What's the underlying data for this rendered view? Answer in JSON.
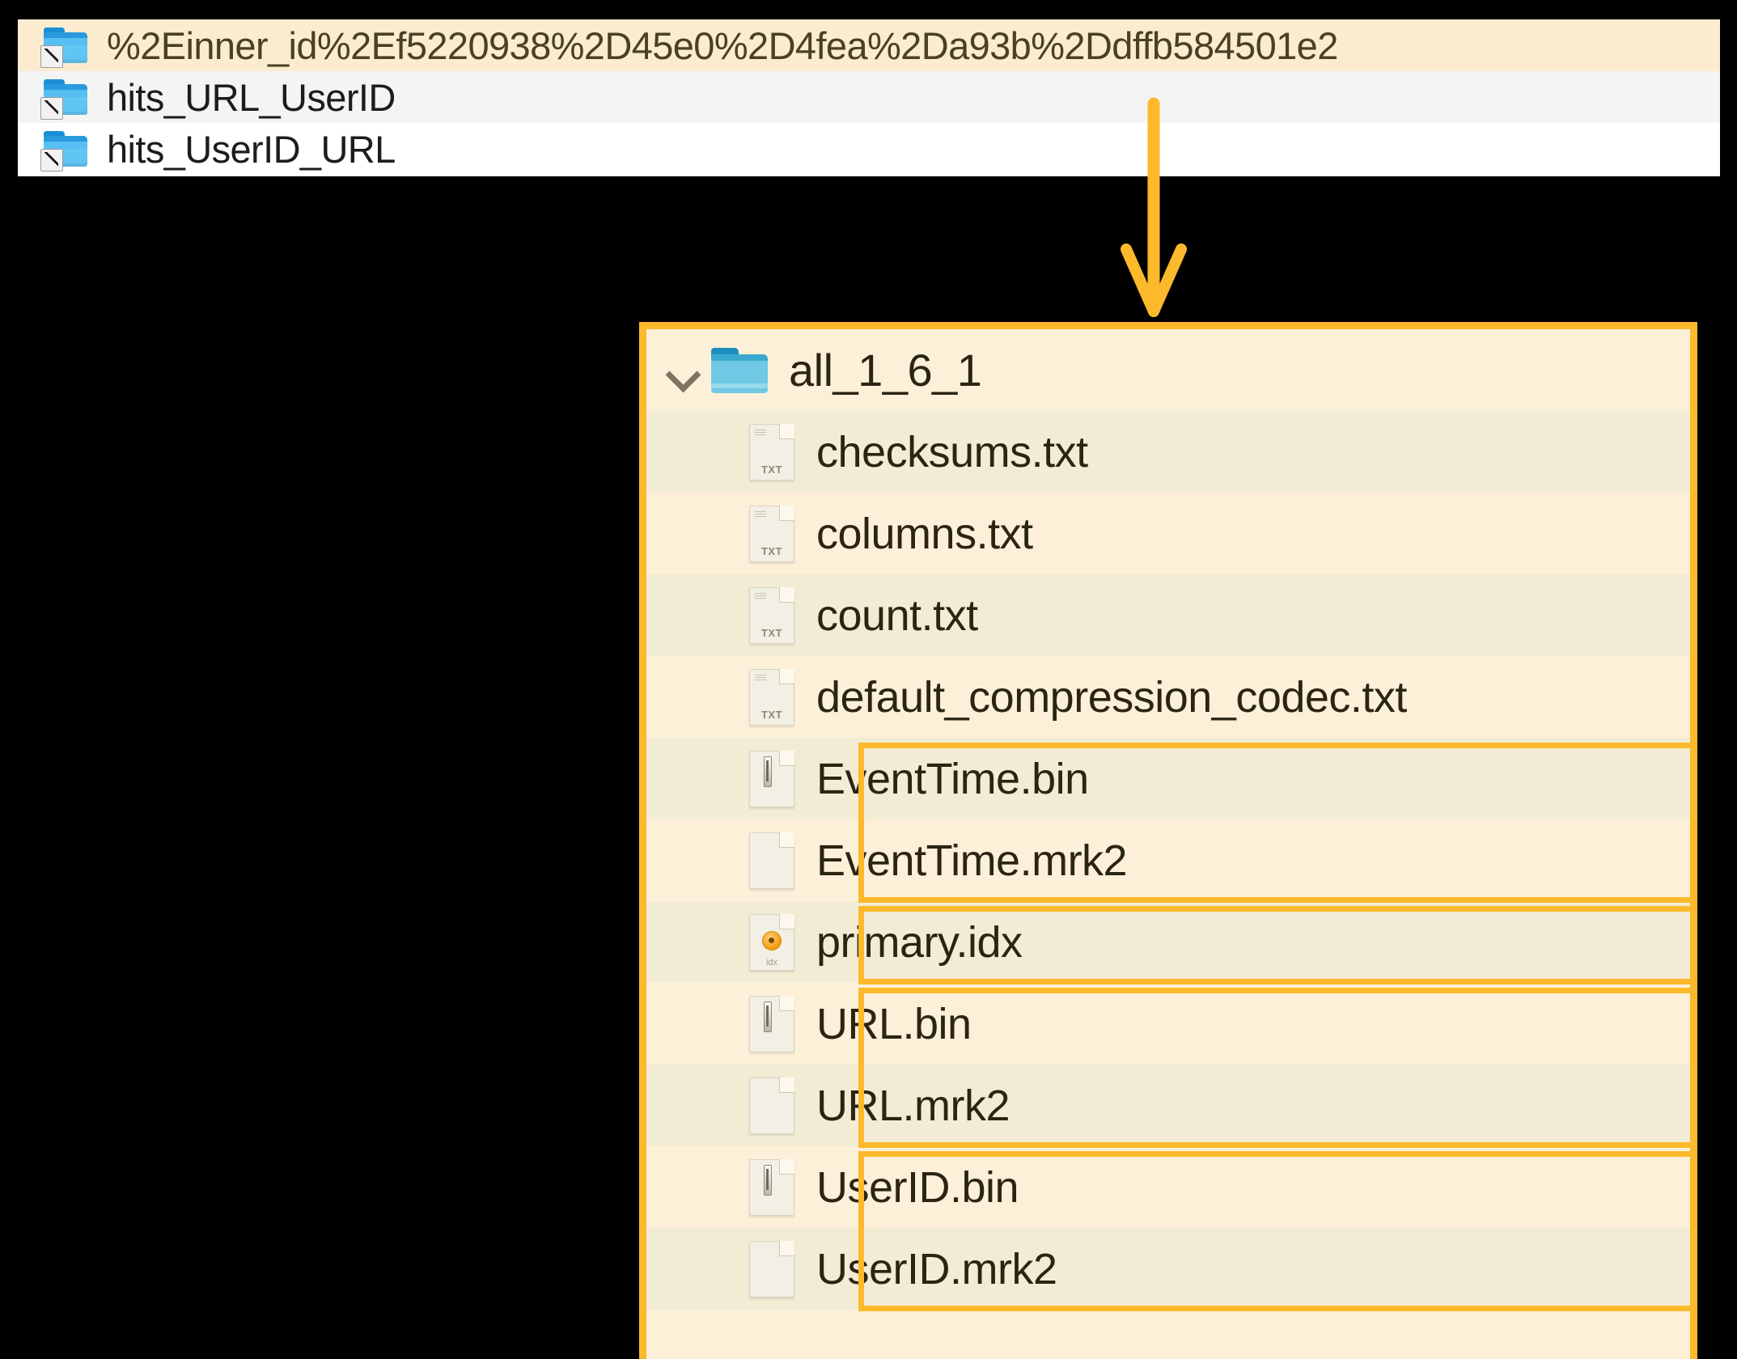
{
  "top_list": {
    "rows": [
      {
        "label": "%2Einner_id%2Ef5220938%2D45e0%2D4fea%2Da93b%2Ddffb584501e2",
        "icon": "folder-shortcut-icon",
        "state": "selected"
      },
      {
        "label": "hits_URL_UserID",
        "icon": "folder-shortcut-icon",
        "state": "alt"
      },
      {
        "label": "hits_UserID_URL",
        "icon": "folder-shortcut-icon",
        "state": "plain"
      }
    ]
  },
  "annotation": {
    "arrow": "down-arrow-annotation",
    "color": "#fcb92c"
  },
  "panel": {
    "border_color": "#fcb92c",
    "background": "#fdf0d8",
    "folder": {
      "name": "all_1_6_1",
      "icon": "folder-icon",
      "chevron": "chevron-down-icon",
      "expanded": true
    },
    "files": [
      {
        "name": "checksums.txt",
        "icon": "txt-file-icon",
        "stripe": true,
        "highlighted": false
      },
      {
        "name": "columns.txt",
        "icon": "txt-file-icon",
        "stripe": false,
        "highlighted": false
      },
      {
        "name": "count.txt",
        "icon": "txt-file-icon",
        "stripe": true,
        "highlighted": false
      },
      {
        "name": "default_compression_codec.txt",
        "icon": "txt-file-icon",
        "stripe": false,
        "highlighted": false
      },
      {
        "name": "EventTime.bin",
        "icon": "bin-file-icon",
        "stripe": true,
        "highlighted": true
      },
      {
        "name": "EventTime.mrk2",
        "icon": "mrk2-file-icon",
        "stripe": false,
        "highlighted": true
      },
      {
        "name": "primary.idx",
        "icon": "idx-file-icon",
        "stripe": true,
        "highlighted": true
      },
      {
        "name": "URL.bin",
        "icon": "bin-file-icon",
        "stripe": false,
        "highlighted": true
      },
      {
        "name": "URL.mrk2",
        "icon": "mrk2-file-icon",
        "stripe": true,
        "highlighted": true
      },
      {
        "name": "UserID.bin",
        "icon": "bin-file-icon",
        "stripe": false,
        "highlighted": true
      },
      {
        "name": "UserID.mrk2",
        "icon": "mrk2-file-icon",
        "stripe": true,
        "highlighted": true
      }
    ],
    "highlight_groups": [
      {
        "label": "EventTime-group",
        "start": 4,
        "end": 5
      },
      {
        "label": "primary-idx-group",
        "start": 6,
        "end": 6
      },
      {
        "label": "URL-group",
        "start": 7,
        "end": 8
      },
      {
        "label": "UserID-group",
        "start": 9,
        "end": 10
      }
    ],
    "txt_icon_label": "TXT",
    "idx_icon_label": "idx"
  }
}
